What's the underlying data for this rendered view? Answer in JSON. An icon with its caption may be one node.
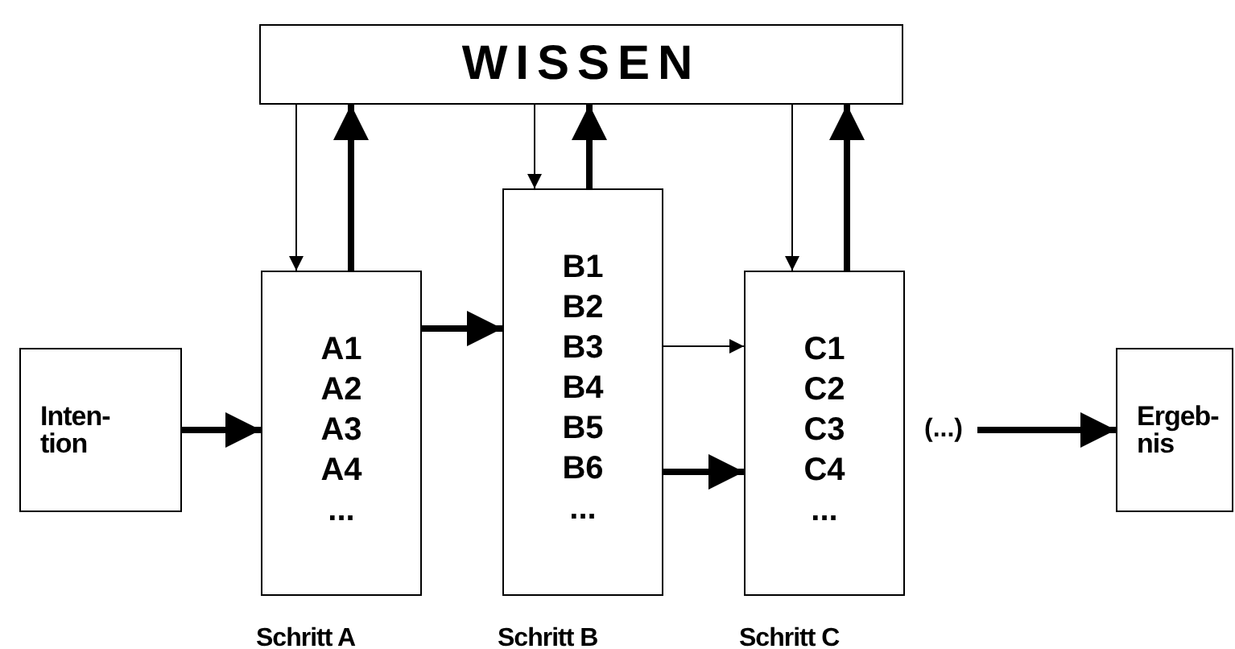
{
  "diagram": {
    "nodes": [
      {
        "text": [
          "WISSEN"
        ]
      },
      {
        "text": [
          "Inten- tion"
        ]
      },
      {
        "text": [
          "A1",
          "A2",
          "A3",
          "A4",
          "..."
        ],
        "beside": [
          "Schritt A"
        ]
      },
      {
        "text": [
          "B1",
          "B2",
          "B3",
          "B4",
          "B5",
          "B6",
          "..."
        ],
        "beside": [
          "Schritt B"
        ]
      },
      {
        "text": [
          "C1",
          "C2",
          "C3",
          "C4",
          "..."
        ],
        "beside": [
          "Schritt C"
        ]
      },
      {
        "text": [
          "(...)"
        ]
      },
      {
        "text": [
          "Ergeb- nis"
        ]
      }
    ],
    "edges": [
      {
        "from": 0,
        "to": 2,
        "arrow": "to"
      },
      {
        "from": 2,
        "to": 0,
        "arrow": "to"
      },
      {
        "from": 0,
        "to": 3,
        "arrow": "to"
      },
      {
        "from": 3,
        "to": 0,
        "arrow": "to"
      },
      {
        "from": 0,
        "to": 4,
        "arrow": "to"
      },
      {
        "from": 4,
        "to": 0,
        "arrow": "to"
      },
      {
        "from": 1,
        "to": 2,
        "arrow": "to"
      },
      {
        "from": 2,
        "to": 3,
        "arrow": "to"
      },
      {
        "from": 3,
        "to": 4,
        "arrow": "to"
      },
      {
        "from": 3,
        "to": 4,
        "arrow": "to"
      },
      {
        "from": 5,
        "to": 6,
        "arrow": "to"
      }
    ]
  }
}
